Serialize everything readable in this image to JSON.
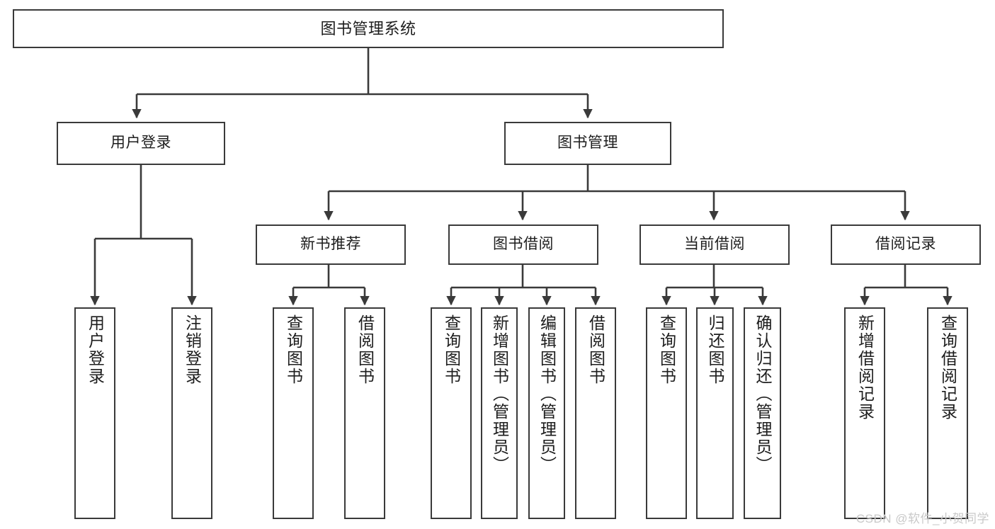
{
  "diagram": {
    "type": "tree",
    "title": "图书管理系统",
    "orientation": "top-down",
    "colors": {
      "box_border": "#3a3a3a",
      "box_fill": "#ffffff",
      "edge": "#3a3a3a",
      "text": "#1d1d1d",
      "watermark": "#c9c9c9",
      "background": "#ffffff"
    },
    "watermark": "CSDN @软件_小贺同学",
    "nodes": {
      "root": {
        "label": "图书管理系统",
        "level": 0,
        "text_direction": "horizontal"
      },
      "user_login": {
        "label": "用户登录",
        "level": 1,
        "text_direction": "horizontal"
      },
      "book_mgmt": {
        "label": "图书管理",
        "level": 1,
        "text_direction": "horizontal"
      },
      "new_book_rec": {
        "label": "新书推荐",
        "level": 2,
        "text_direction": "horizontal"
      },
      "book_borrow": {
        "label": "图书借阅",
        "level": 2,
        "text_direction": "horizontal"
      },
      "current_borrow": {
        "label": "当前借阅",
        "level": 2,
        "text_direction": "horizontal"
      },
      "borrow_record": {
        "label": "借阅记录",
        "level": 2,
        "text_direction": "horizontal"
      },
      "leaf_1": {
        "label": "用户登录",
        "level": 3,
        "text_direction": "vertical",
        "parent": "user_login"
      },
      "leaf_2": {
        "label": "注销登录",
        "level": 3,
        "text_direction": "vertical",
        "parent": "user_login"
      },
      "leaf_3": {
        "label": "查询图书",
        "level": 3,
        "text_direction": "vertical",
        "parent": "new_book_rec"
      },
      "leaf_4": {
        "label": "借阅图书",
        "level": 3,
        "text_direction": "vertical",
        "parent": "new_book_rec"
      },
      "leaf_5": {
        "label": "查询图书",
        "level": 3,
        "text_direction": "vertical",
        "parent": "book_borrow"
      },
      "leaf_6": {
        "label": "新增图书（管理员）",
        "level": 3,
        "text_direction": "vertical",
        "parent": "book_borrow"
      },
      "leaf_7": {
        "label": "编辑图书（管理员）",
        "level": 3,
        "text_direction": "vertical",
        "parent": "book_borrow"
      },
      "leaf_8": {
        "label": "借阅图书",
        "level": 3,
        "text_direction": "vertical",
        "parent": "book_borrow"
      },
      "leaf_9": {
        "label": "查询图书",
        "level": 3,
        "text_direction": "vertical",
        "parent": "current_borrow"
      },
      "leaf_10": {
        "label": "归还图书",
        "level": 3,
        "text_direction": "vertical",
        "parent": "current_borrow"
      },
      "leaf_11": {
        "label": "确认归还（管理员）",
        "level": 3,
        "text_direction": "vertical",
        "parent": "current_borrow"
      },
      "leaf_12": {
        "label": "新增借阅记录",
        "level": 3,
        "text_direction": "vertical",
        "parent": "borrow_record"
      },
      "leaf_13": {
        "label": "查询借阅记录",
        "level": 3,
        "text_direction": "vertical",
        "parent": "borrow_record"
      }
    },
    "edges": [
      {
        "from": "root",
        "to": "user_login"
      },
      {
        "from": "root",
        "to": "book_mgmt"
      },
      {
        "from": "user_login",
        "to": "leaf_1"
      },
      {
        "from": "user_login",
        "to": "leaf_2"
      },
      {
        "from": "book_mgmt",
        "to": "new_book_rec"
      },
      {
        "from": "book_mgmt",
        "to": "book_borrow"
      },
      {
        "from": "book_mgmt",
        "to": "current_borrow"
      },
      {
        "from": "book_mgmt",
        "to": "borrow_record"
      },
      {
        "from": "new_book_rec",
        "to": "leaf_3"
      },
      {
        "from": "new_book_rec",
        "to": "leaf_4"
      },
      {
        "from": "book_borrow",
        "to": "leaf_5"
      },
      {
        "from": "book_borrow",
        "to": "leaf_6"
      },
      {
        "from": "book_borrow",
        "to": "leaf_7"
      },
      {
        "from": "book_borrow",
        "to": "leaf_8"
      },
      {
        "from": "current_borrow",
        "to": "leaf_9"
      },
      {
        "from": "current_borrow",
        "to": "leaf_10"
      },
      {
        "from": "current_borrow",
        "to": "leaf_11"
      },
      {
        "from": "borrow_record",
        "to": "leaf_12"
      },
      {
        "from": "borrow_record",
        "to": "leaf_13"
      }
    ]
  }
}
